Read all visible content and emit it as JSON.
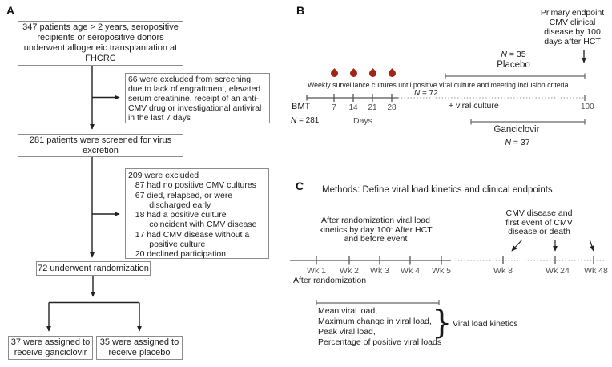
{
  "figure": {
    "panelA": {
      "label": "A",
      "box_347": "347 patients age > 2 years, seropositive\nrecipients or seropositive donors\nunderwent allogeneic transplantation at\nFHCRC",
      "box_66": "66 were excluded from screening\ndue to lack of engraftment, elevated\nserum creatinine, receipt of an anti-\nCMV drug or investigational antiviral\nin the last 7 days",
      "box_281": "281 patients were screened for virus\nexcretion",
      "box_209": "209 were excluded\n   87 had no positive CMV cultures\n   67 died, relapsed, or were\n         discharged early\n   18 had a positive culture\n         coincident with CMV disease\n   17 had CMV disease without a\n         positive culture\n   20 declined participation",
      "box_72": "72 underwent randomization",
      "box_ganciclovir_arm": "37 were assigned to\nreceive ganciclovir",
      "box_placebo_arm": "35 were assigned to\nreceive placebo"
    },
    "panelB": {
      "label": "B",
      "primary_endpoint": "Primary endpoint\nCMV clinical\ndisease by 100\ndays after HCT",
      "placebo_n": "N = 35",
      "placebo_label": "Placebo",
      "weekly_text": "Weekly surveillance cultures until positive viral culture and meeting inclusion criteria",
      "n72": "N = 72",
      "bmt_label": "BMT",
      "n281": "N = 281",
      "day_ticks": [
        "7",
        "14",
        "21",
        "28"
      ],
      "days_label": "Days",
      "viral_culture_label": "+ viral culture",
      "day100_label": "100",
      "ganciclovir_label": "Ganciclovir",
      "ganciclovir_n": "N = 37",
      "drop_icon_color": "#a02616"
    },
    "panelC": {
      "label": "C",
      "title": "Methods: Define viral load kinetics and clinical endpoints",
      "after_rand_block": "After randomization viral load\nkinetics by day 100: After HCT\nand before event",
      "cmv_block": "CMV disease and\nfirst event of CMV\ndisease or death",
      "week_ticks": [
        "Wk 1",
        "Wk 2",
        "Wk 3",
        "Wk 4",
        "Wk 5",
        "Wk 8",
        "Wk 24",
        "Wk 48"
      ],
      "after_rand_label": "After randomization",
      "kinetics_list": "Mean viral load,\nMaximum change in viral load,\nPeak viral load,\nPercentage of positive viral loads",
      "brace_glyph": "}",
      "kinetics_label": "Viral load kinetics"
    }
  }
}
